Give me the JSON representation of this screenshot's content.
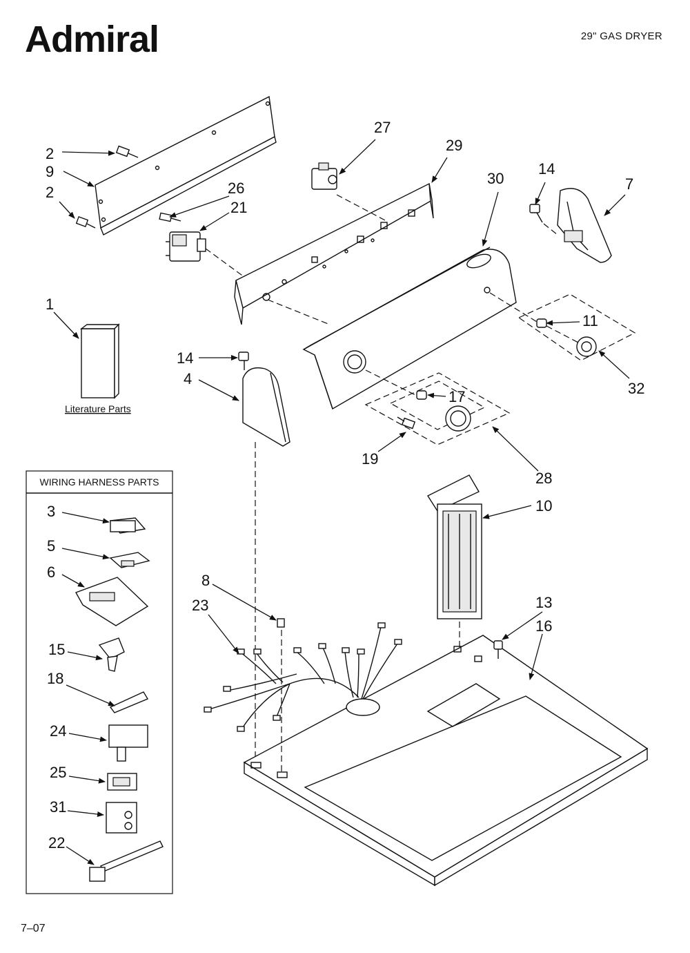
{
  "header": {
    "brand": "Admiral",
    "model": "29\" GAS DRYER"
  },
  "footer": {
    "code": "7–07"
  },
  "literature": {
    "label": "Literature Parts"
  },
  "wiring_box": {
    "title": "WIRING HARNESS PARTS"
  },
  "callouts": {
    "c1": "1",
    "c2a": "2",
    "c2b": "2",
    "c3": "3",
    "c4": "4",
    "c5": "5",
    "c6": "6",
    "c7": "7",
    "c8": "8",
    "c9": "9",
    "c10": "10",
    "c11": "11",
    "c13": "13",
    "c14a": "14",
    "c14b": "14",
    "c15": "15",
    "c16": "16",
    "c17": "17",
    "c18": "18",
    "c19": "19",
    "c21": "21",
    "c22": "22",
    "c23": "23",
    "c24": "24",
    "c25": "25",
    "c26": "26",
    "c27": "27",
    "c28": "28",
    "c29": "29",
    "c30": "30",
    "c31": "31",
    "c32": "32"
  }
}
